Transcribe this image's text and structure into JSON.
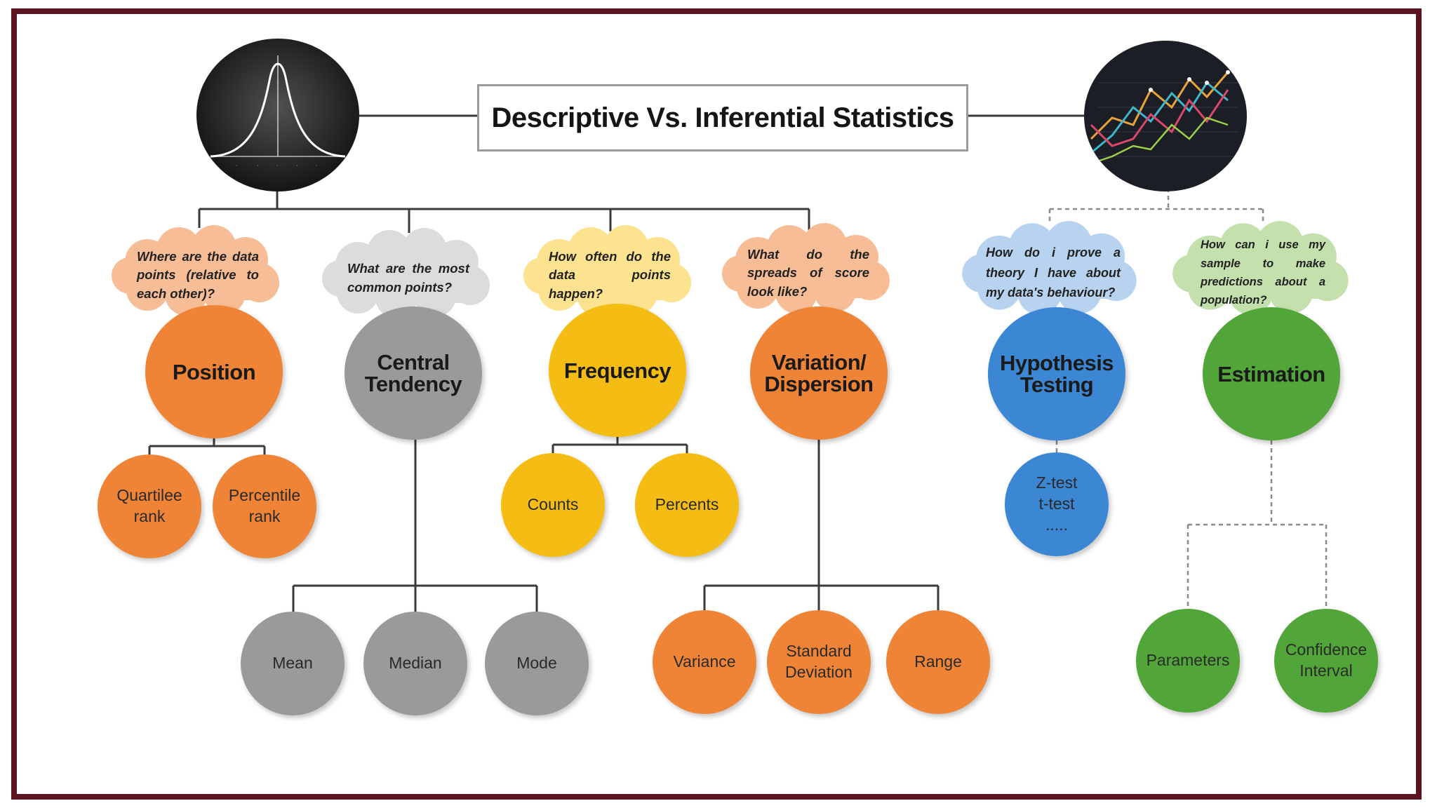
{
  "title": "Descriptive Vs. Inferential Statistics",
  "colors": {
    "frame": "#5c1420",
    "position": "#ef8436",
    "central": "#9a9a9c",
    "frequency": "#f5bd14",
    "variation": "#ef8436",
    "hypothesis": "#3c87d4",
    "estimation": "#52a538",
    "cloud_peach": "#f7bd96",
    "cloud_grey": "#dcdcdc",
    "cloud_yellow": "#fde38f",
    "cloud_blue": "#b8d3ef",
    "cloud_green": "#c4e0ad"
  },
  "descriptive": {
    "position": {
      "question": "Where are the data points (relative to each other)?",
      "label": "Position",
      "leaves": [
        "Quartilee rank",
        "Percentile rank"
      ]
    },
    "central": {
      "question": "What are the most common points?",
      "label": "Central Tendency",
      "leaves": [
        "Mean",
        "Median",
        "Mode"
      ]
    },
    "frequency": {
      "question": "How often do the data points happen?",
      "label": "Frequency",
      "leaves": [
        "Counts",
        "Percents"
      ]
    },
    "variation": {
      "question": "What do the spreads of score look like?",
      "label": "Variation/ Dispersion",
      "leaves": [
        "Variance",
        "Standard Deviation",
        "Range"
      ]
    }
  },
  "inferential": {
    "hypothesis": {
      "question": "How do i prove a theory I have about my data's behaviour?",
      "label": "Hypothesis Testing",
      "leaves": [
        "Z-test t-test ....."
      ]
    },
    "estimation": {
      "question": "How can i use my sample to make predictions about a population?",
      "label": "Estimation",
      "leaves": [
        "Parameters",
        "Confidence Interval"
      ]
    }
  },
  "icons": {
    "left_photo": "bell-curve-icon",
    "right_photo": "line-chart-icon"
  }
}
